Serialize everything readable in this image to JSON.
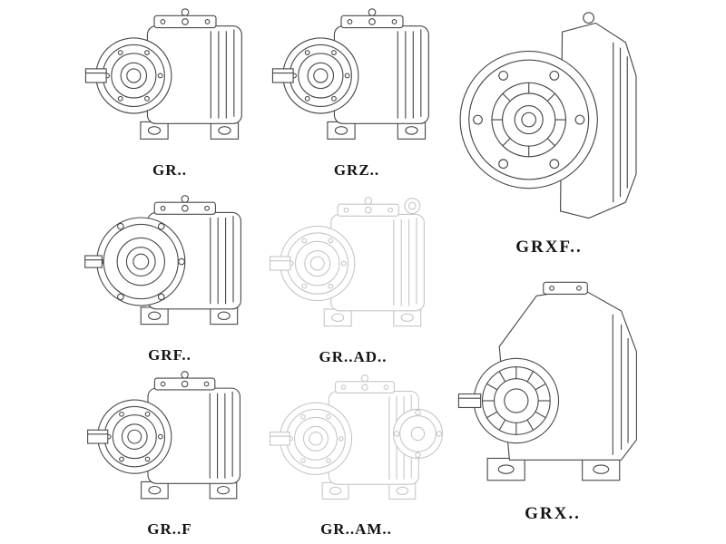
{
  "page": {
    "background": "#ffffff",
    "ink_color": "#4a4a4a",
    "faint_color": "#c6c6c6",
    "description": "Catalog sheet of GR series helical gear reducer technical line drawings"
  },
  "figures": [
    {
      "id": "gr",
      "label": "GR..",
      "drawing": "foot-mounted-helical-gearbox",
      "style": "solid"
    },
    {
      "id": "grz",
      "label": "GRZ..",
      "drawing": "foot-mounted-helical-gearbox",
      "style": "solid"
    },
    {
      "id": "grxf",
      "label": "GRXF..",
      "drawing": "flange-front-helical-gearbox",
      "style": "solid"
    },
    {
      "id": "grf",
      "label": "GRF..",
      "drawing": "b5-flange-helical-gearbox",
      "style": "solid"
    },
    {
      "id": "gr-ad",
      "label": "GR..AD..",
      "drawing": "gearbox-with-input-adapter",
      "style": "faint"
    },
    {
      "id": "gr-f",
      "label": "GR..F",
      "drawing": "foot-mounted-helical-gearbox",
      "style": "solid"
    },
    {
      "id": "gr-am",
      "label": "GR..AM..",
      "drawing": "gearbox-with-motor-flange",
      "style": "faint"
    },
    {
      "id": "grx",
      "label": "GRX..",
      "drawing": "large-foot-mounted-gearbox",
      "style": "solid"
    }
  ]
}
